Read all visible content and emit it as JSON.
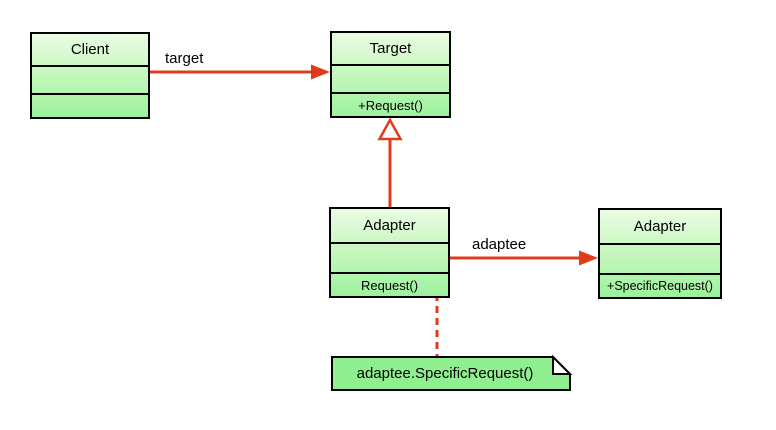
{
  "diagram": {
    "kind": "uml-class-diagram",
    "background_color": "#ffffff"
  },
  "colors": {
    "class_fill_top": "#eafce3",
    "class_fill_bottom": "#9df29e",
    "note_fill": "#90f090",
    "border": "#000000",
    "connector_red": "#e23a1c",
    "text": "#000000"
  },
  "classes": {
    "client": {
      "name": "Client",
      "attributes": "",
      "operations": ""
    },
    "target": {
      "name": "Target",
      "attributes": "",
      "operations": "+Request()"
    },
    "adapter": {
      "name": "Adapter",
      "attributes": "",
      "operations": "Request()"
    },
    "adaptee_class": {
      "name": "Adapter",
      "attributes": "",
      "operations": "+SpecificRequest()"
    }
  },
  "connectors": {
    "client_to_target": {
      "label": "target",
      "type": "directed-association",
      "arrowhead": "filled-red"
    },
    "adapter_to_adaptee": {
      "label": "adaptee",
      "type": "directed-association",
      "arrowhead": "filled-red"
    },
    "adapter_to_target": {
      "label": "",
      "type": "generalization",
      "arrowhead": "hollow-triangle-red"
    },
    "request_to_note": {
      "label": "",
      "type": "note-anchor",
      "style": "dashed-red"
    }
  },
  "note": {
    "text": "adaptee.SpecificRequest()"
  }
}
